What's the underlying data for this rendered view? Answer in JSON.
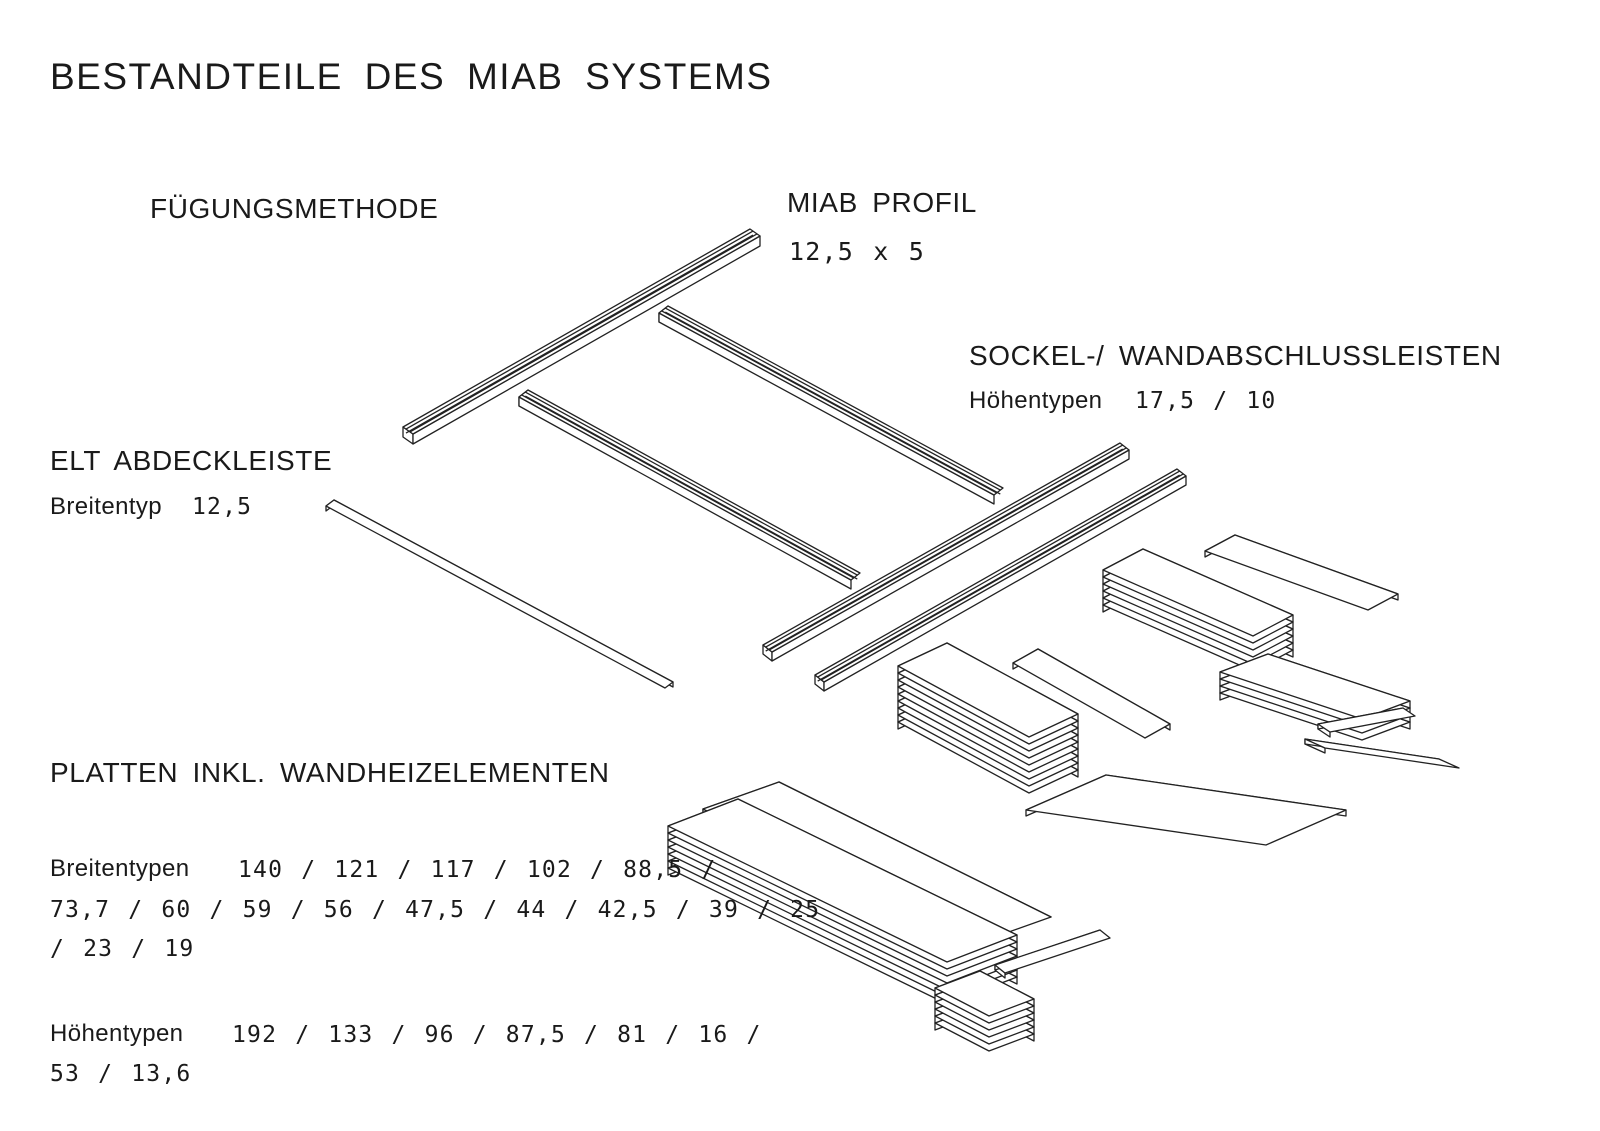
{
  "title": "BESTANDTEILE DES MIAB SYSTEMS",
  "labels": {
    "fuegung": "FÜGUNGSMETHODE",
    "miab_profil": {
      "heading": "MIAB PROFIL",
      "dimension": "12,5 x 5"
    },
    "sockel": {
      "heading": "SOCKEL-/ WANDABSCHLUSSLEISTEN",
      "caption": "Höhentypen",
      "values": "17,5 / 10"
    },
    "elt": {
      "heading": "ELT ABDECKLEISTE",
      "caption": "Breitentyp",
      "values": "12,5"
    },
    "platten": {
      "heading": "PLATTEN INKL. WANDHEIZELEMENTEN",
      "breiten_caption": "Breitentypen",
      "breiten_line1": "140 / 121 / 117 / 102 / 88,5 /",
      "breiten_line2": "73,7 / 60 / 59 / 56 / 47,5 / 44 / 42,5 / 39 / 25",
      "breiten_line3": "/ 23 / 19",
      "hoehen_caption": "Höhentypen",
      "hoehen_line1": "192 / 133 / 96 / 87,5 / 81 / 16 /",
      "hoehen_line2": "53 / 13,6"
    }
  },
  "colors": {
    "line": "#222222",
    "paper": "#ffffff",
    "text": "#1a1a1a"
  }
}
